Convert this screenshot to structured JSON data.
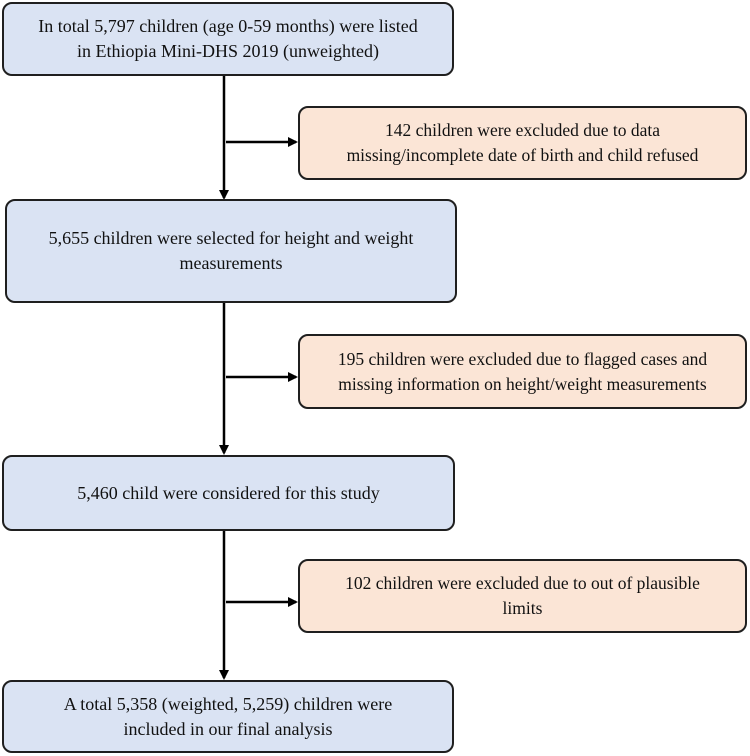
{
  "colors": {
    "main_fill": "#dae3f3",
    "exclusion_fill": "#fbe5d6",
    "stroke": "#1f1f1f"
  },
  "flow": {
    "steps": [
      {
        "line1": "In total 5,797 children (age 0-59 months) were listed",
        "line2": "in Ethiopia Mini-DHS 2019 (unweighted)"
      },
      {
        "line1": "5,655 children were selected for height and weight",
        "line2": "measurements"
      },
      {
        "line1": "5,460 child were considered for this study",
        "line2": ""
      },
      {
        "line1": "A total 5,358 (weighted, 5,259) children were",
        "line2": "included in our final analysis"
      }
    ],
    "exclusions": [
      {
        "line1": "142 children were excluded due to data",
        "line2": "missing/incomplete date of birth and child refused"
      },
      {
        "line1": "195 children were excluded due to flagged cases and",
        "line2": "missing information on height/weight measurements"
      },
      {
        "line1": "102 children were excluded due to out of plausible",
        "line2": "limits"
      }
    ]
  }
}
